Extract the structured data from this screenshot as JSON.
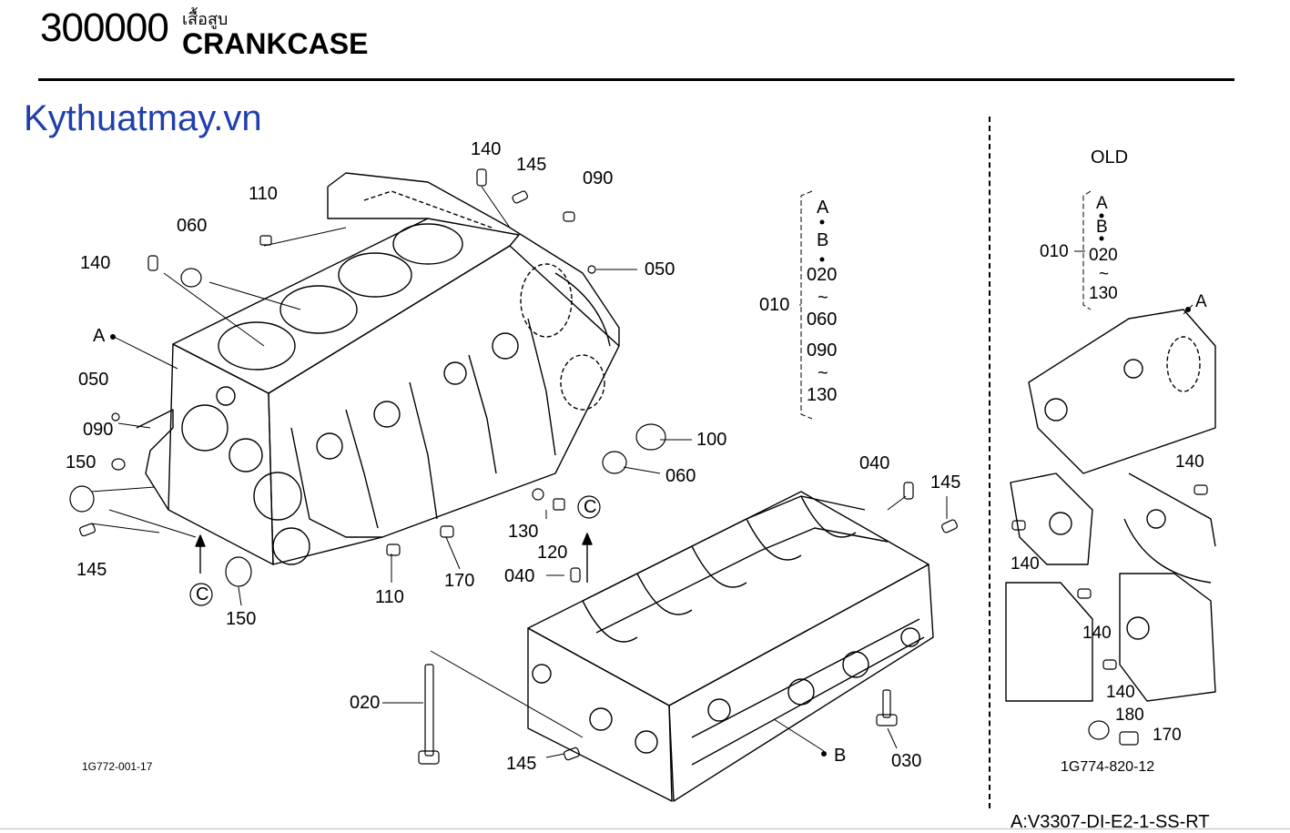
{
  "header": {
    "code": "300000",
    "title_thai": "เสื้อสูบ",
    "title": "CRANKCASE"
  },
  "watermark": "Kythuatmay.vn",
  "old_section_title": "OLD",
  "figure_codes": {
    "main": "1G772-001-17",
    "old": "1G774-820-12",
    "model": "A:V3307-DI-E2-1-SS-RT"
  },
  "callouts": {
    "c140a": "140",
    "c145a": "145",
    "c090a": "090",
    "c110a": "110",
    "c060a": "060",
    "c140b": "140",
    "c050a": "050",
    "cA": "A",
    "c050b": "050",
    "c090b": "090",
    "c150a": "150",
    "c145b": "145",
    "c100": "100",
    "c060b": "060",
    "c130": "130",
    "c120": "120",
    "cC1": "C",
    "cC2": "C",
    "c150b": "150",
    "c110b": "110",
    "c170": "170",
    "c040a": "040",
    "c040b": "040",
    "c145c": "145",
    "c020": "020",
    "c145d": "145",
    "cB": "B",
    "c030": "030"
  },
  "assembly_group": {
    "parent": "010",
    "items": [
      "A",
      "B",
      "020",
      "~",
      "060",
      "090",
      "~",
      "130"
    ]
  },
  "old_group": {
    "parent": "010",
    "items": [
      "A",
      "B",
      "020",
      "~",
      "130"
    ],
    "marker_A": "A",
    "callouts": {
      "o140a": "140",
      "o140b": "140",
      "o140c": "140",
      "o140d": "140",
      "o180": "180",
      "o170": "170"
    }
  }
}
